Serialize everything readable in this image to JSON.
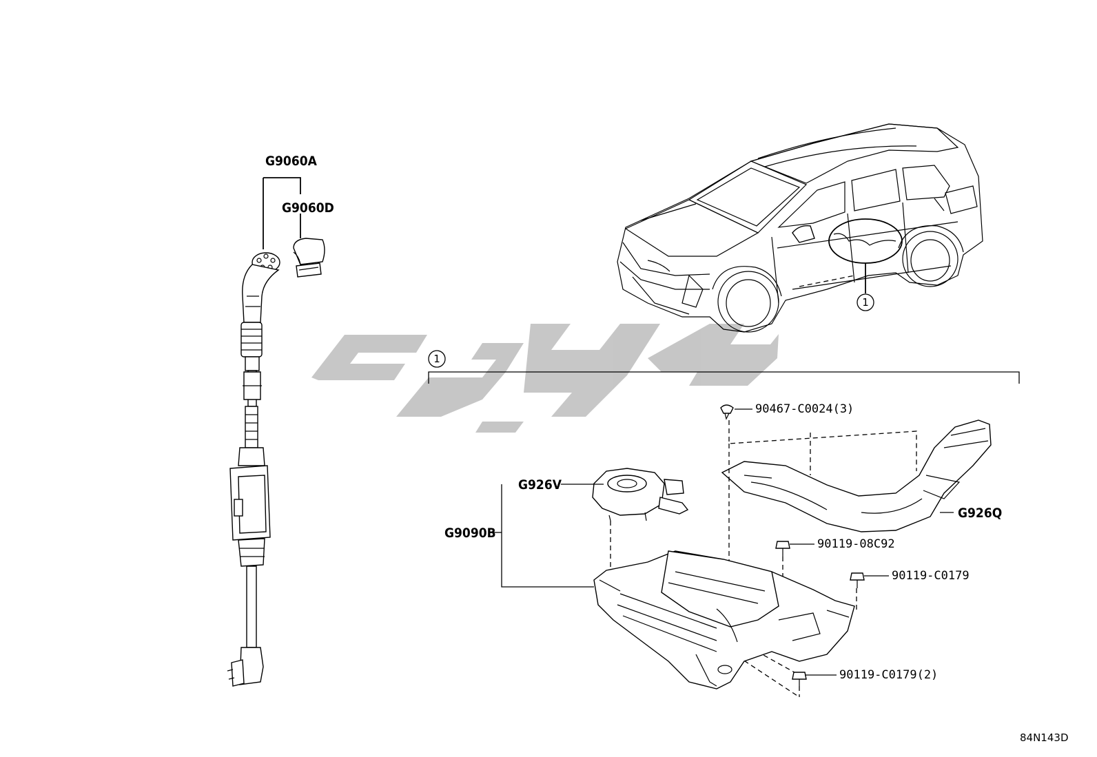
{
  "diagram_id": "84N143D",
  "callout_ref": "1",
  "parts": {
    "g9060a": "G9060A",
    "g9060d": "G9060D",
    "g9090b": "G9090B",
    "g926v": "G926V",
    "g926q": "G926Q",
    "clip": "90467-C0024(3)",
    "bolt_a": "90119-08C92",
    "bolt_b": "90119-C0179",
    "bolt_c": "90119-C0179(2)"
  }
}
